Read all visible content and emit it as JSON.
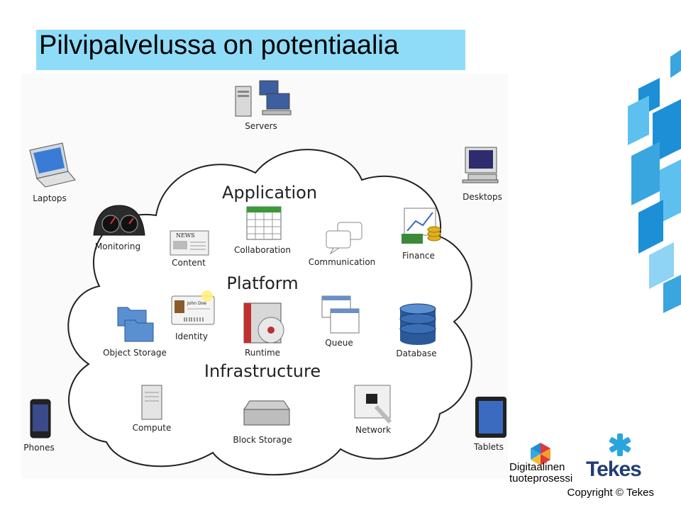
{
  "title": "Pilvipalvelussa on potentiaalia",
  "diagram": {
    "layers": {
      "application": "Application",
      "platform": "Platform",
      "infrastructure": "Infrastructure"
    },
    "clients": {
      "servers": "Servers",
      "laptops": "Laptops",
      "desktops": "Desktops",
      "phones": "Phones",
      "tablets": "Tablets"
    },
    "services": {
      "monitoring": "Monitoring",
      "content": "Content",
      "collaboration": "Collaboration",
      "communication": "Communication",
      "finance": "Finance",
      "identity": "Identity",
      "identity_name": "John Doe",
      "news": "NEWS",
      "object_storage": "Object Storage",
      "runtime": "Runtime",
      "queue": "Queue",
      "database": "Database",
      "compute": "Compute",
      "block_storage": "Block Storage",
      "network": "Network"
    }
  },
  "logos": {
    "digitaalinen_line1": "Digitaalinen",
    "digitaalinen_line2": "tuoteprosessi",
    "tekes": "Tekes"
  },
  "copyright": "Copyright © Tekes",
  "colors": {
    "title_bg": "#8fdcf8",
    "tekes_blue": "#1f3e73",
    "deco_blue": "#1c8fd6"
  }
}
